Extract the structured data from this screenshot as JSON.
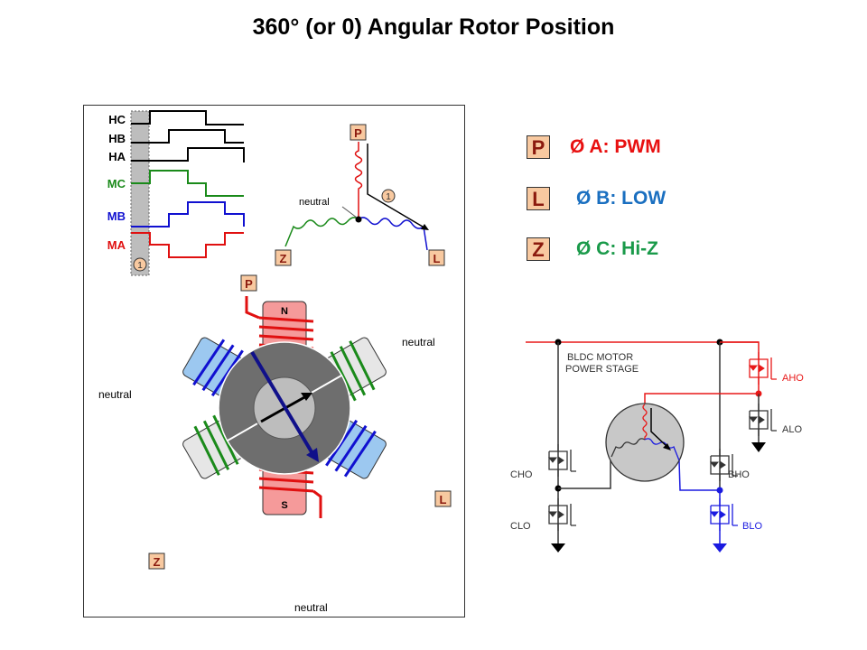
{
  "title": "360° (or 0) Angular Rotor Position",
  "timing": {
    "signals": [
      {
        "label": "HC",
        "color": "#000000"
      },
      {
        "label": "HB",
        "color": "#000000"
      },
      {
        "label": "HA",
        "color": "#000000"
      },
      {
        "label": "MC",
        "color": "#1a8a1a"
      },
      {
        "label": "MB",
        "color": "#1010d0"
      },
      {
        "label": "MA",
        "color": "#e01010"
      }
    ],
    "step_marker": "1"
  },
  "wye": {
    "terminals": {
      "top": "P",
      "left": "Z",
      "right": "L"
    },
    "neutral_label": "neutral",
    "step_marker": "1"
  },
  "motor": {
    "terminals": {
      "top": "P",
      "right": "L",
      "left": "Z"
    },
    "neutral_labels": [
      "neutral",
      "neutral",
      "neutral"
    ],
    "pole_labels": {
      "north": "N",
      "south": "S"
    }
  },
  "legend": [
    {
      "box": "P",
      "text": "Ø A: PWM",
      "color": "#e81010"
    },
    {
      "box": "L",
      "text": "Ø B: LOW",
      "color": "#1a6fc0"
    },
    {
      "box": "Z",
      "text": "Ø C: Hi-Z",
      "color": "#1a9a4a"
    }
  ],
  "power_stage": {
    "title_line1": "BLDC MOTOR",
    "title_line2": "POWER STAGE",
    "switches": [
      {
        "label": "AHO",
        "color": "#e81818"
      },
      {
        "label": "ALO",
        "color": "#333333"
      },
      {
        "label": "BHO",
        "color": "#333333"
      },
      {
        "label": "BLO",
        "color": "#1a1ae0"
      },
      {
        "label": "CHO",
        "color": "#333333"
      },
      {
        "label": "CLO",
        "color": "#333333"
      }
    ]
  }
}
